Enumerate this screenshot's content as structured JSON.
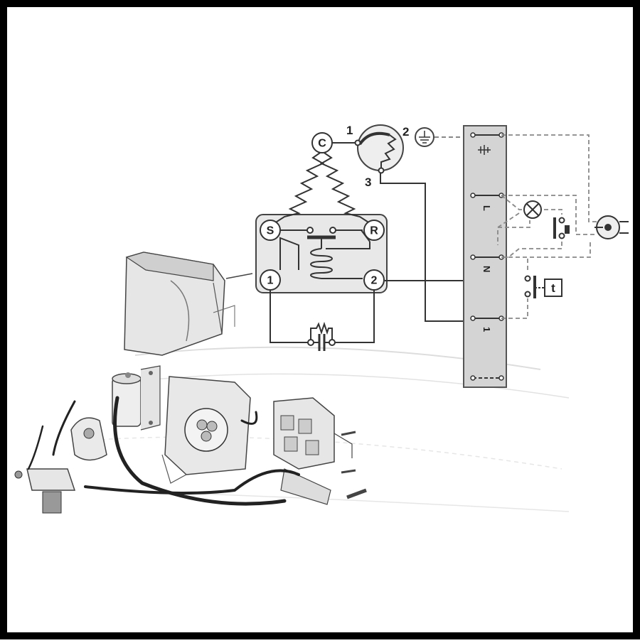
{
  "compressor": {
    "common": "C",
    "start": "S",
    "run": "R"
  },
  "relay": {
    "terminal_1": "1",
    "terminal_2": "2"
  },
  "overload": {
    "pin_1": "1",
    "pin_2": "2",
    "pin_3": "3"
  },
  "terminal_strip": {
    "terminal_live": "L",
    "terminal_neutral": "N",
    "terminal_1": "1"
  },
  "thermostat": {
    "label": "t"
  }
}
